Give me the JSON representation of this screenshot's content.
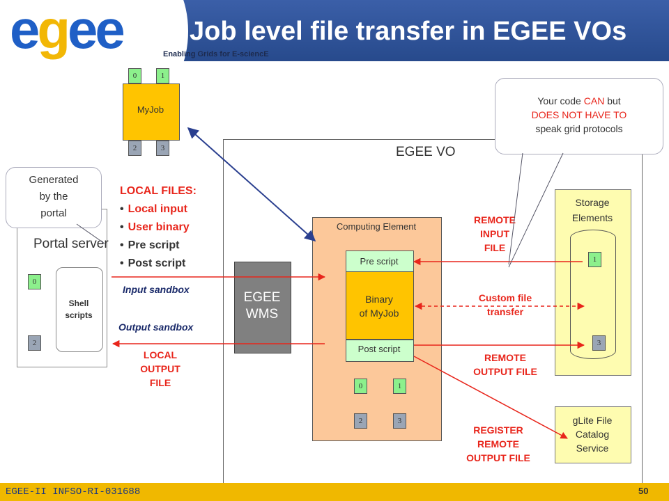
{
  "header": {
    "logo": "egee",
    "title": "Job level file transfer in EGEE VOs",
    "tagline": "Enabling Grids for E-sciencE"
  },
  "footer": {
    "project": "EGEE-II INFSO-RI-031688",
    "page": "50"
  },
  "myjob": {
    "label": "MyJob",
    "ports": [
      "0",
      "1",
      "2",
      "3"
    ]
  },
  "portal": {
    "label": "Portal server",
    "ports": [
      "0",
      "2"
    ],
    "shell": "Shell scripts"
  },
  "vo": {
    "label": "EGEE VO"
  },
  "wms": {
    "label_line1": "EGEE",
    "label_line2": "WMS"
  },
  "ce": {
    "label": "Computing Element",
    "pre": "Pre script",
    "binary_line1": "Binary",
    "binary_line2": "of MyJob",
    "post": "Post script",
    "ports": [
      "0",
      "1",
      "2",
      "3"
    ]
  },
  "storage": {
    "label_line1": "Storage",
    "label_line2": "Elements",
    "ports": [
      "1",
      "3"
    ]
  },
  "catalog": {
    "line1": "gLite File",
    "line2": "Catalog",
    "line3": "Service"
  },
  "local_files": {
    "header": "LOCAL FILES:",
    "items": [
      "Local input",
      "User binary",
      "Pre script",
      "Post script"
    ]
  },
  "labels": {
    "input_sandbox": "Input sandbox",
    "output_sandbox": "Output sandbox",
    "local_output_line1": "LOCAL",
    "local_output_line2": "OUTPUT",
    "local_output_line3": "FILE",
    "remote_input_line1": "REMOTE",
    "remote_input_line2": "INPUT",
    "remote_input_line3": "FILE",
    "custom_transfer_line1": "Custom file",
    "custom_transfer_line2": "transfer",
    "remote_output_line1": "REMOTE",
    "remote_output_line2": "OUTPUT FILE",
    "register_line1": "REGISTER",
    "register_line2": "REMOTE",
    "register_line3": "OUTPUT FILE"
  },
  "callouts": {
    "portal_line1": "Generated",
    "portal_line2": "by the",
    "portal_line3": "portal",
    "code_line1_a": "Your code ",
    "code_line1_b": "CAN",
    "code_line1_c": " but",
    "code_line2": "DOES NOT HAVE TO",
    "code_line3": "speak grid protocols"
  },
  "colors": {
    "accent_red": "#e8251b",
    "egee_blue": "#1f5fc6",
    "egee_yellow": "#f2b705",
    "header_band": "#2f4f8f",
    "footer_band": "#f0b800"
  }
}
